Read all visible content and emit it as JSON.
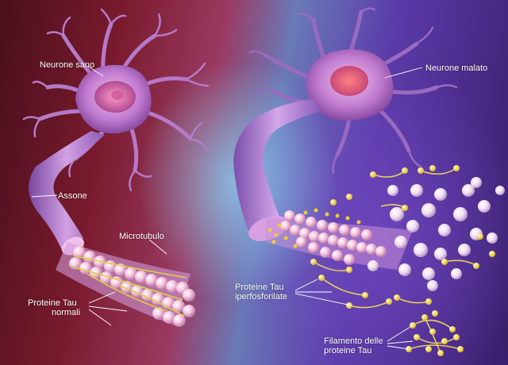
{
  "labels": {
    "healthy_neuron": "Neurone sano",
    "axon": "Assone",
    "microtubule": "Microtubulo",
    "normal_tau_line1": "Proteine Tau",
    "normal_tau_line2": "normali",
    "diseased_neuron": "Neurone malato",
    "hyper_tau_line1": "Proteine Tau",
    "hyper_tau_line2": "iperfosforilate",
    "filament_line1": "Filamento delle",
    "filament_line2": "proteine Tau"
  },
  "colors": {
    "neuron_body": "#c98ad6",
    "neuron_nucleus": "#e86aa0",
    "diseased_nucleus": "#ff6a6a",
    "tubulin_bead": "#f6c6e0",
    "tau_protein": "#e8d35a",
    "phosphate": "#ffe44a"
  }
}
